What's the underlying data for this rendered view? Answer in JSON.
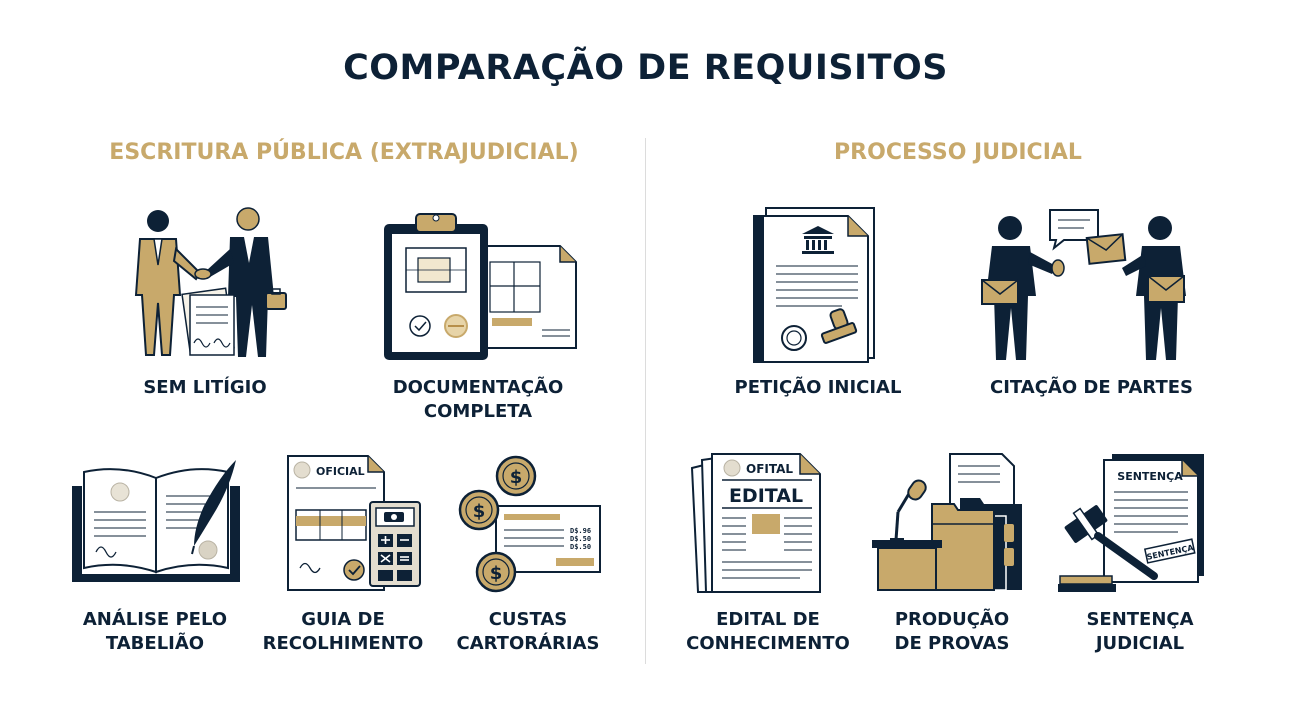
{
  "title": "COMPARAÇÃO DE REQUISITOS",
  "colors": {
    "navy": "#0d2136",
    "gold": "#c8a96b",
    "divider": "#dcdcdc"
  },
  "left": {
    "heading": "ESCRITURA PÚBLICA (EXTRAJUDICIAL)",
    "items": [
      {
        "icon": "handshake-icon",
        "lines": [
          "SEM LITÍGIO"
        ]
      },
      {
        "icon": "clipboard-documents-icon",
        "lines": [
          "DOCUMENTAÇÃO",
          "COMPLETA"
        ]
      },
      {
        "icon": "open-book-quill-icon",
        "lines": [
          "ANÁLISE PELO",
          "TABELIÃO"
        ]
      },
      {
        "icon": "receipt-calculator-icon",
        "lines": [
          "GUIA DE",
          "RECOLHIMENTO"
        ],
        "doc_tag": "OFICIAL"
      },
      {
        "icon": "coins-invoice-icon",
        "lines": [
          "CUSTAS",
          "CARTORÁRIAS"
        ],
        "amounts": [
          "D$.96",
          "D$.50",
          "D$.50"
        ]
      }
    ]
  },
  "right": {
    "heading": "PROCESSO JUDICIAL",
    "items": [
      {
        "icon": "petition-document-icon",
        "lines": [
          "PETIÇÃO INICIAL"
        ]
      },
      {
        "icon": "people-envelopes-icon",
        "lines": [
          "CITAÇÃO DE PARTES"
        ]
      },
      {
        "icon": "newspaper-edict-icon",
        "lines": [
          "EDITAL DE",
          "CONHECIMENTO"
        ],
        "tag": "OFITAL",
        "headline": "EDITAL"
      },
      {
        "icon": "microphone-folders-icon",
        "lines": [
          "PRODUÇÃO",
          "DE PROVAS"
        ]
      },
      {
        "icon": "gavel-sentence-icon",
        "lines": [
          "SENTENÇA",
          "JUDICIAL"
        ],
        "doc_title": "SENTENÇA",
        "stamp": "SENTENÇA"
      }
    ]
  }
}
